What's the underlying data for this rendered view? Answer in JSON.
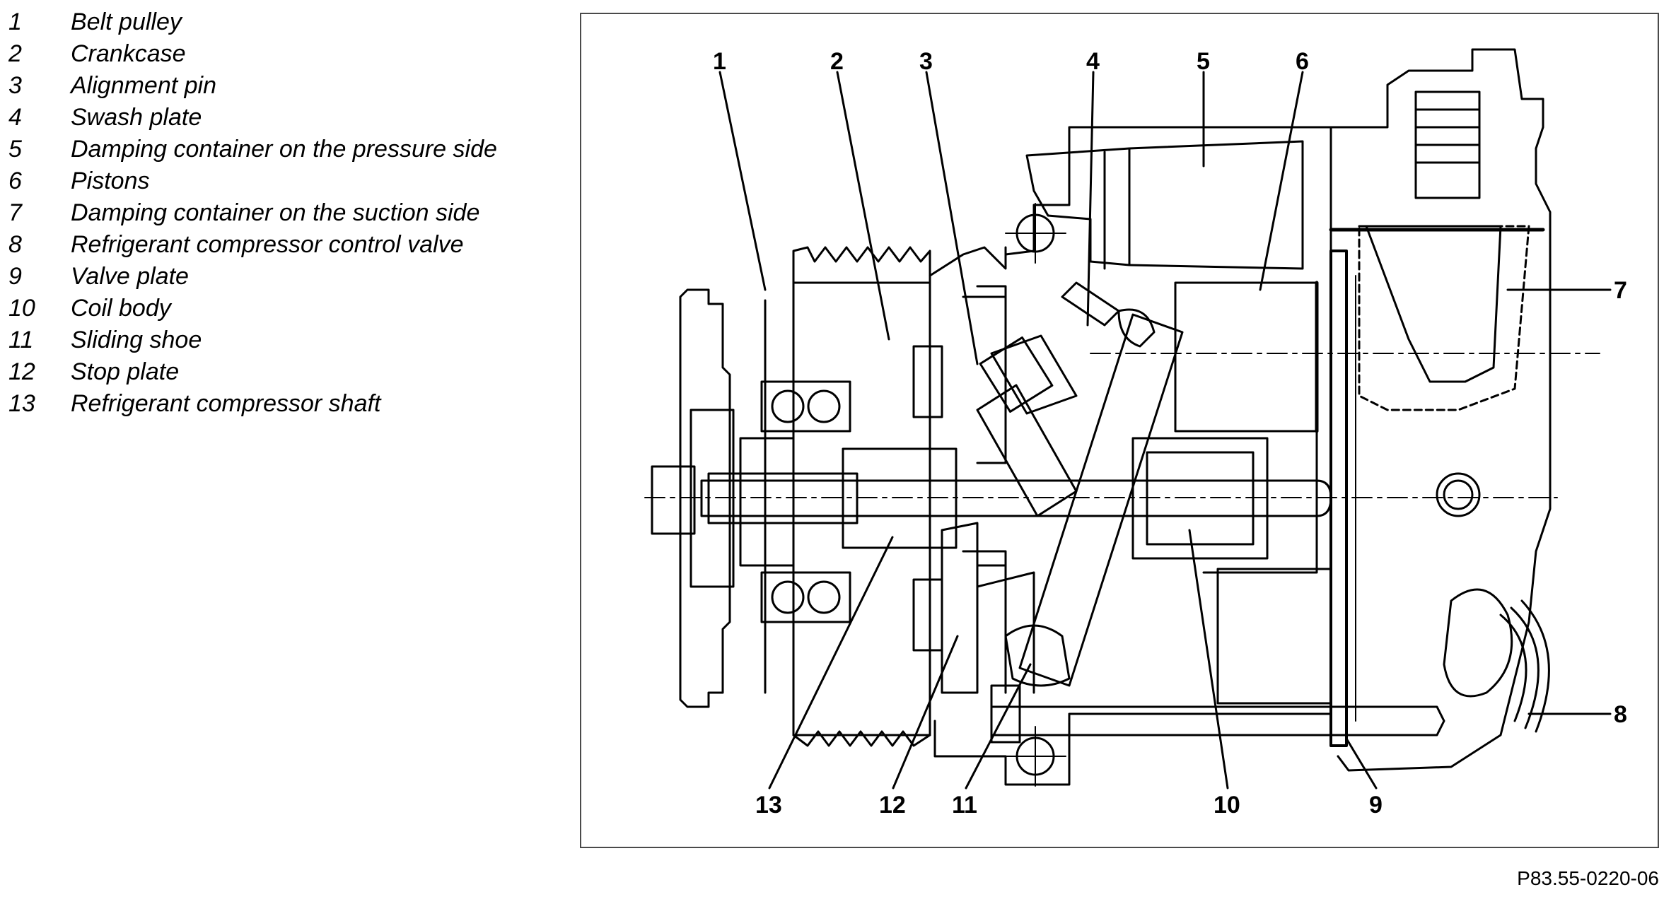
{
  "legend": [
    {
      "num": "1",
      "text": "Belt pulley"
    },
    {
      "num": "2",
      "text": "Crankcase"
    },
    {
      "num": "3",
      "text": "Alignment pin"
    },
    {
      "num": "4",
      "text": "Swash plate"
    },
    {
      "num": "5",
      "text": "Damping container on the pressure side"
    },
    {
      "num": "6",
      "text": "Pistons"
    },
    {
      "num": "7",
      "text": "Damping container on the suction side"
    },
    {
      "num": "8",
      "text": "Refrigerant compressor control valve"
    },
    {
      "num": "9",
      "text": "Valve plate"
    },
    {
      "num": "10",
      "text": "Coil body"
    },
    {
      "num": "11",
      "text": "Sliding shoe"
    },
    {
      "num": "12",
      "text": "Stop plate"
    },
    {
      "num": "13",
      "text": "Refrigerant compressor shaft"
    }
  ],
  "callouts": {
    "c1": "1",
    "c2": "2",
    "c3": "3",
    "c4": "4",
    "c5": "5",
    "c6": "6",
    "c7": "7",
    "c8": "8",
    "c9": "9",
    "c10": "10",
    "c11": "11",
    "c12": "12",
    "c13": "13"
  },
  "figure_id": "P83.55-0220-06"
}
